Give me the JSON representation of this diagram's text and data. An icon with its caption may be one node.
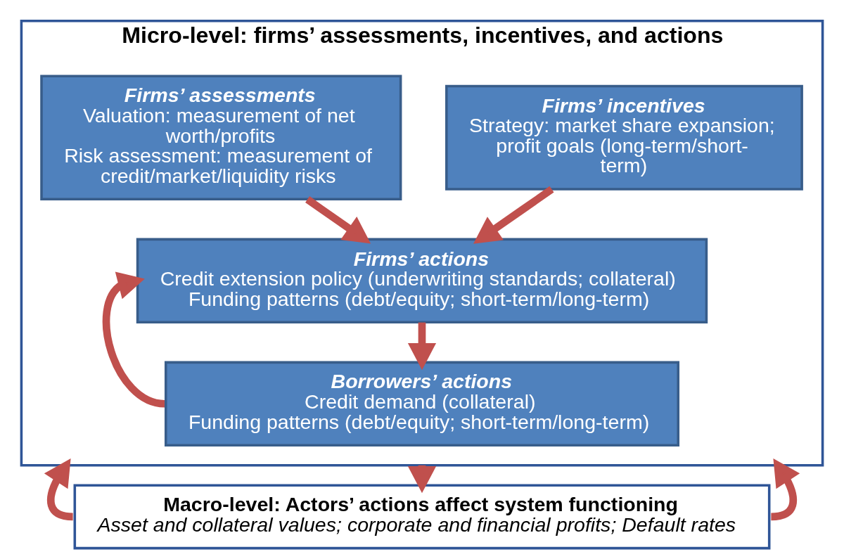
{
  "diagram": {
    "nodes": [
      {
        "text": [
          "Micro-level: firms’ assessments, incentives, and actions"
        ]
      },
      {
        "text": [
          "Firms’ assessments",
          "Valuation: measurement of net worth/profits",
          "Risk assessment: measurement of credit/market/liquidity risks"
        ],
        "in": 0
      },
      {
        "text": [
          "Firms’ incentives",
          "Strategy: market share expansion; profit goals (long-term/short-term)"
        ],
        "in": 0
      },
      {
        "text": [
          "Firms’ actions",
          "Credit extension policy (underwriting standards; collateral)",
          "Funding patterns (debt/equity; short-term/long-term)"
        ],
        "in": 0
      },
      {
        "text": [
          "Borrowers’ actions",
          "Credit demand (collateral)",
          "Funding patterns (debt/equity; short-term/long-term)"
        ],
        "in": 0
      },
      {
        "text": [
          "Macro-level: Actors’ actions affect system functioning",
          "Asset and collateral values; corporate and financial profits; Default rates"
        ]
      }
    ],
    "edges": [
      {
        "from": 1,
        "to": 3,
        "arrow": "to"
      },
      {
        "from": 2,
        "to": 3,
        "arrow": "to"
      },
      {
        "from": 3,
        "to": 4,
        "arrow": "to"
      },
      {
        "from": 4,
        "to": 3,
        "arrow": "to"
      },
      {
        "from": 0,
        "to": 5,
        "arrow": "to"
      },
      {
        "from": 5,
        "to": 0,
        "arrow": "to"
      },
      {
        "from": 5,
        "to": 0,
        "arrow": "to"
      }
    ]
  }
}
